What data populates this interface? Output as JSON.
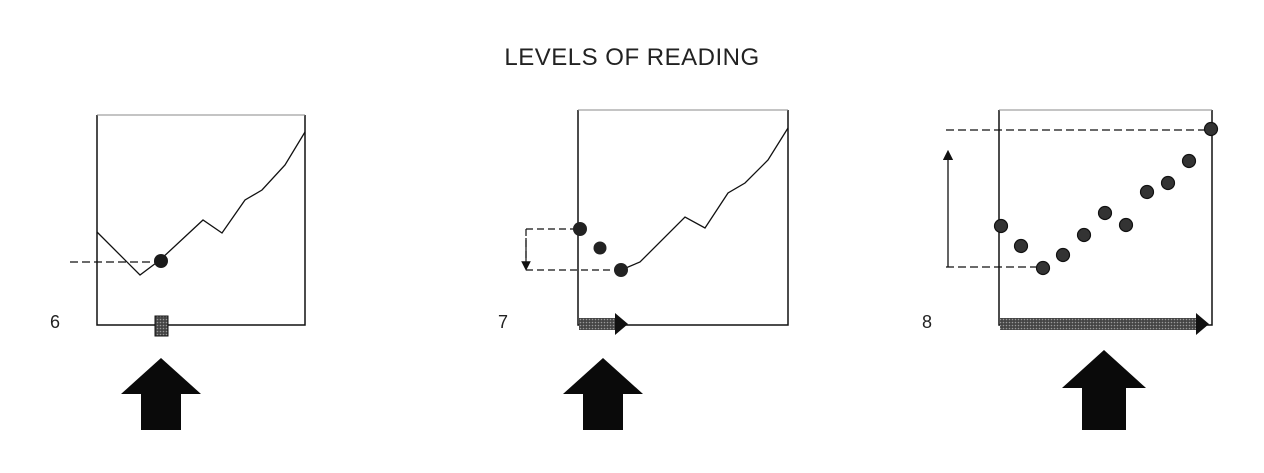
{
  "title": "LEVELS OF READING",
  "panels": [
    {
      "number": "6"
    },
    {
      "number": "7"
    },
    {
      "number": "8"
    }
  ],
  "colors": {
    "ink": "#111111",
    "dot_fill": "#333333",
    "dot_dark": "#111111"
  }
}
